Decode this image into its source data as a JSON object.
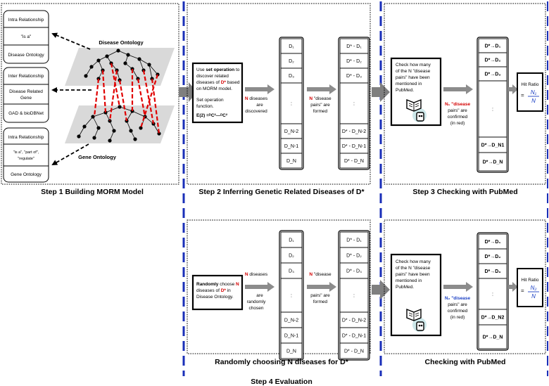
{
  "step1": {
    "intra1": "Intra Relationship",
    "is_a": "\"is a\"",
    "disease_ontology_box": "Disease Ontology",
    "inter": "Inter Relationship",
    "drg_line1": "Disease Related",
    "drg_line2": "Gene",
    "gad": "GAD & bioDBNet",
    "intra2": "Intra Relationship",
    "rel_line1": "\"is a\", \"part of\",",
    "rel_line2": "\"regulate\"",
    "gene_ontology_box": "Gene Ontology",
    "label_disease_ontology": "Disease Ontology",
    "label_gene_ontology": "Gene Ontology",
    "caption": "Step 1  Building MORM Model"
  },
  "step2": {
    "desc_use": "Use ",
    "desc_setop": "set operation",
    "desc_to": " to",
    "desc_l2": "discover related",
    "desc_l3_pre": "diseases of ",
    "desc_l3_d": "D*",
    "desc_l3_post": " based",
    "desc_l4": "on MORM model.",
    "desc_l5": "Set operation",
    "desc_l6": "function.",
    "formula": "E(2) =ᴰC²—ᴰC²",
    "arrow1_n": "N",
    "arrow1_l1": " diseases",
    "arrow1_l2": "are",
    "arrow1_l3": "discovered",
    "arrow2_n": "N",
    "arrow2_l1": " \"disease",
    "arrow2_l2": "pairs\" are",
    "arrow2_l3": "formed",
    "caption": "Step 2  Inferring Genetic Related Diseases of D*"
  },
  "step3": {
    "check_l1": "Check how many",
    "check_l2": "of the N \"disease",
    "check_l3": "pairs\" have been",
    "check_l4": "mentioned in",
    "check_l5": "PubMed.",
    "n1_l1": "N₁ \"disease",
    "n1_l2": "pairs\" are",
    "n1_l3": "confirmed",
    "n1_l4": "(in red)",
    "hit_label": "Hit Ratio",
    "eq": "=",
    "frac_num": "N₁",
    "frac_den": "N",
    "caption": "Step 3  Checking with PubMed"
  },
  "rand": {
    "desc_l1_pre": "Randomly",
    "desc_l1_mid": " choose ",
    "desc_l1_n": "N",
    "desc_l2_pre": "diseases of ",
    "desc_l2_d": "D*",
    "desc_l2_post": " in",
    "desc_l3": "Disease Ontology.",
    "arrow1_n": "N",
    "arrow1_l1": " diseases",
    "arrow1_l2": "are",
    "arrow1_l3": "randomly",
    "arrow1_l4": "chosen",
    "arrow2_n": "N",
    "arrow2_l1": " \"disease",
    "arrow2_l2": "pairs\" are",
    "arrow2_l3": "formed",
    "caption": "Randomly choosing N diseases for D*"
  },
  "check2": {
    "check_l1": "Check how many",
    "check_l2": "of the N \"disease",
    "check_l3": "pairs\" have been",
    "check_l4": "mentioned in",
    "check_l5": "PubMed.",
    "n2_l1": "N₂ \"disease",
    "n2_l2": "pairs\" are",
    "n2_l3": "confirmed",
    "n2_l4": "(in red)",
    "hit_label": "Hit Ratio",
    "eq": "=",
    "frac_num": "N₂",
    "frac_den": "N",
    "caption": "Checking with PubMed"
  },
  "disease_list": [
    "D₁",
    "D₂",
    "D₃",
    ":",
    "D_N-2",
    "D_N-1",
    "D_N"
  ],
  "pair_list": [
    "D* - D₁",
    "D* - D₂",
    "D* - D₃",
    ":",
    "D* - D_N-2",
    "D* - D_N-1",
    "D* - D_N"
  ],
  "confirmed_list_1": [
    "D*→D₁",
    "D*→D₂",
    "D*→D₃",
    ":",
    "D*→D_N1",
    "D*→D_N"
  ],
  "confirmed_list_2": [
    "D*→D₁",
    "D*→D₂",
    "D*→D₃",
    ":",
    "D*→D_N2",
    "D*→D_N"
  ],
  "step4_caption": "Step 4  Evaluation",
  "colors": {
    "red": "#d40000",
    "blue": "#1a3fc4",
    "divider": "#1a2fb8",
    "arrow": "#8c8c8c"
  }
}
